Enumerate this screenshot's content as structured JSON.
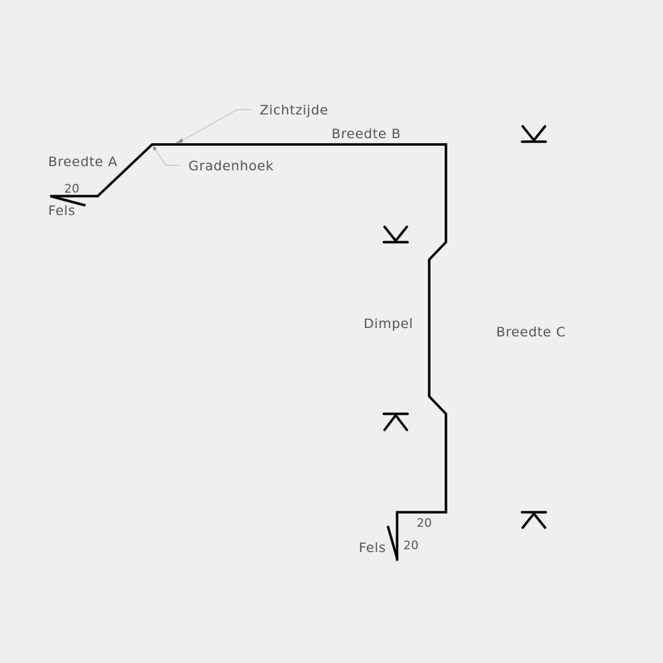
{
  "diagram": {
    "type": "sheet-metal-profile",
    "labels": {
      "width_a": "Breedte A",
      "width_b": "Breedte B",
      "width_c": "Breedte C",
      "visible_side": "Zichtzijde",
      "angle": "Gradenhoek",
      "dimple": "Dimpel",
      "seam_start": "Fels",
      "seam_end": "Fels"
    },
    "dimensions": {
      "seam_start_length": "20",
      "end_flange_length": "20",
      "seam_end_length": "20"
    },
    "direction_symbols": [
      {
        "id": "symbol-top-right",
        "direction": "down"
      },
      {
        "id": "symbol-dimple-upper",
        "direction": "down"
      },
      {
        "id": "symbol-dimple-lower",
        "direction": "up"
      },
      {
        "id": "symbol-bottom-right",
        "direction": "up"
      }
    ],
    "colors": {
      "background": "#efefef",
      "profile_line": "#000000",
      "label_text": "#555555",
      "leader_line": "#b5b5b5"
    }
  }
}
